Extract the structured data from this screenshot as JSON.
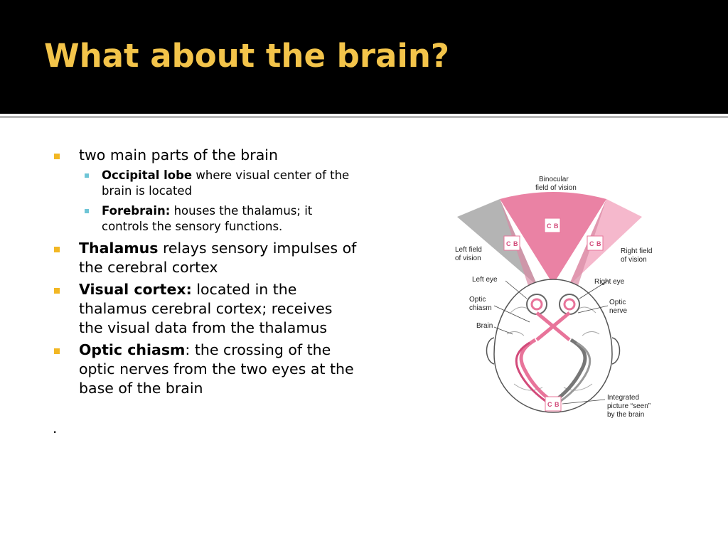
{
  "slide": {
    "title": "What about the brain?",
    "bullets": [
      {
        "text": "two main parts of the brain",
        "sub": [
          {
            "bold": "Occipital lobe",
            "text": " where visual center of the brain is located"
          },
          {
            "bold": "Forebrain:",
            "text": " houses the thalamus; it controls the sensory functions."
          }
        ]
      },
      {
        "bold": "Thalamus",
        "text": " relays sensory impulses of the cerebral cortex"
      },
      {
        "bold": "Visual cortex:",
        "text": " located in the thalamus cerebral cortex; receives the visual data from the thalamus"
      },
      {
        "bold": "Optic chiasm",
        "text": ": the crossing of the optic nerves from the two eyes at the base of the brain"
      }
    ],
    "trailing_mark": "."
  },
  "figure": {
    "labels": {
      "binocular_1": "Binocular",
      "binocular_2": "field of vision",
      "left_field_1": "Left field",
      "left_field_2": "of vision",
      "right_field_1": "Right field",
      "right_field_2": "of vision",
      "left_eye": "Left eye",
      "right_eye": "Right eye",
      "optic_chiasm_1": "Optic",
      "optic_chiasm_2": "chiasm",
      "optic_nerve_1": "Optic",
      "optic_nerve_2": "nerve",
      "brain": "Brain",
      "integrated_1": "Integrated",
      "integrated_2": "picture “seen”",
      "integrated_3": "by the brain"
    },
    "cube_letters": {
      "c": "C",
      "b": "B"
    },
    "colors": {
      "pink_field": "#e8749a",
      "pink_light": "#f5b8cc",
      "gray_field": "#b4b4b4",
      "title_gold": "#f3c44a"
    }
  }
}
